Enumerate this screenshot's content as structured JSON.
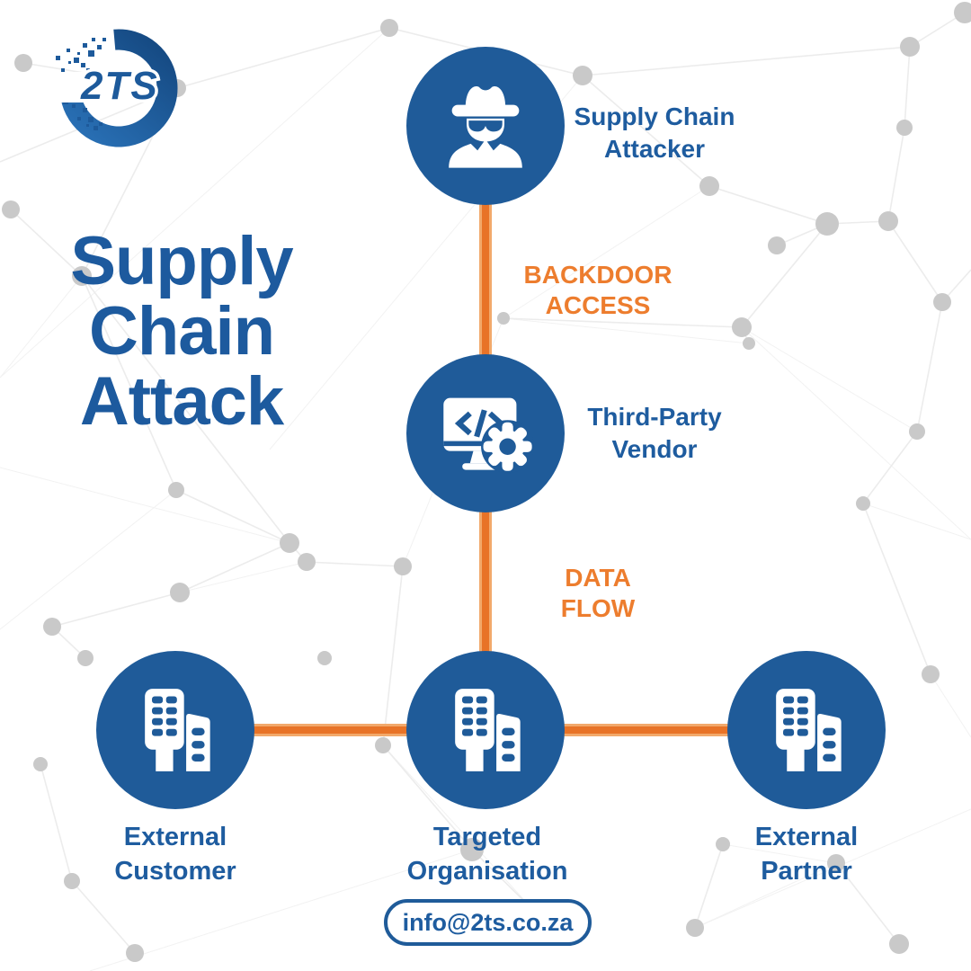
{
  "brand": {
    "logo_text": "2TS"
  },
  "title": {
    "text": "Supply\nChain\nAttack"
  },
  "diagram": {
    "nodes": [
      {
        "id": "attacker",
        "label": "Supply Chain\nAttacker",
        "icon": "spy-icon"
      },
      {
        "id": "vendor",
        "label": "Third-Party\nVendor",
        "icon": "code-monitor-gear-icon"
      },
      {
        "id": "customer",
        "label": "External\nCustomer",
        "icon": "buildings-icon"
      },
      {
        "id": "organisation",
        "label": "Targeted\nOrganisation",
        "icon": "buildings-icon"
      },
      {
        "id": "partner",
        "label": "External\nPartner",
        "icon": "buildings-icon"
      }
    ],
    "edge_labels": [
      {
        "id": "backdoor",
        "text": "BACKDOOR\nACCESS"
      },
      {
        "id": "dataflow",
        "text": "DATA\nFLOW"
      }
    ]
  },
  "contact": {
    "email": "info@2ts.co.za"
  },
  "colors": {
    "node_blue": "#1F5B99",
    "text_blue": "#1E5C9F",
    "title_blue": "#1D5A9E",
    "orange_label": "#ED7D2E",
    "connector_core": "#E87327",
    "connector_edge": "#F2A96B",
    "network_dot": "#C9C9C9",
    "network_line": "#ECECEC"
  }
}
